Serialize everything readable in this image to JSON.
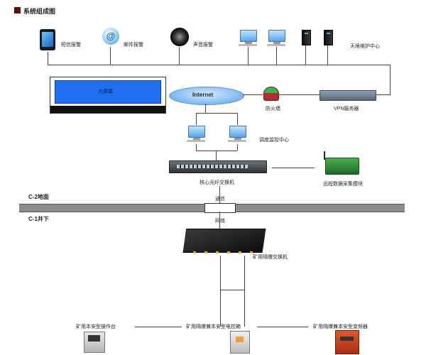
{
  "title": "系统组成图",
  "labels": {
    "sms_alarm": "短信报警",
    "email_alarm": "邮件报警",
    "sound_alarm": "声音报警",
    "remote_center": "天境维护中心",
    "big_screen": "大屏幕",
    "internet": "Internet",
    "firewall": "防火墙",
    "vpn_server": "VPN服务器",
    "dispatch_center": "调度监控中心",
    "core_switch": "核心光纤交换机",
    "remote_module": "远程数据采集模块",
    "level_c2": "C-2地面",
    "level_c1": "C-1井下",
    "comm": "通信",
    "network": "网络",
    "mine_switch": "矿用隔爆交换机",
    "operator_console": "矿用本安型操作台",
    "control_box": "矿用隔爆兼本安型电控箱",
    "inverter": "矿用隔爆兼本安型变频器"
  },
  "colors": {
    "title_marker": "#5a0f0f",
    "big_screen_fill": "#1f6ff0",
    "internet_fill": "#7eb6f0",
    "level_bar": "#8c8c8c",
    "firewall": "#b03030"
  }
}
